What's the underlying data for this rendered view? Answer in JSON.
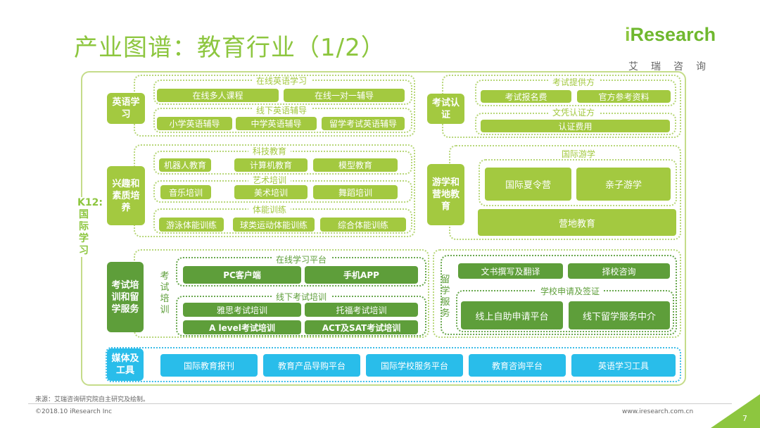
{
  "title": "产业图谱：教育行业（1/2）",
  "logo": {
    "brand_i": "i",
    "brand_rest": "Research",
    "sub": "艾瑞咨询"
  },
  "k12_label": "K12:国际学习",
  "english": {
    "label": "英语学习",
    "online_title": "在线英语学习",
    "online": [
      "在线多人课程",
      "在线一对一辅导"
    ],
    "offline_title": "线下英语辅导",
    "offline": [
      "小学英语辅导",
      "中学英语辅导",
      "留学考试英语辅导"
    ]
  },
  "interest": {
    "label": "兴趣和素质培养",
    "tech_title": "科技教育",
    "tech": [
      "机器人教育",
      "计算机教育",
      "模型教育"
    ],
    "art_title": "艺术培训",
    "art": [
      "音乐培训",
      "美术培训",
      "舞蹈培训"
    ],
    "pe_title": "体能训练",
    "pe": [
      "游泳体能训练",
      "球类运动体能训练",
      "综合体能训练"
    ]
  },
  "cert": {
    "label": "考试认证",
    "provider_title": "考试提供方",
    "provider": [
      "考试报名费",
      "官方参考资料"
    ],
    "diploma_title": "文凭认证方",
    "diploma": [
      "认证费用"
    ]
  },
  "travel": {
    "label": "游学和营地教育",
    "intl_title": "国际游学",
    "intl": [
      "国际夏令营",
      "亲子游学"
    ],
    "camp": "营地教育"
  },
  "exam": {
    "label": "考试培训和留学服务",
    "side": "考试培训",
    "online_title": "在线学习平台",
    "online": [
      "PC客户端",
      "手机APP"
    ],
    "offline_title": "线下考试培训",
    "offline": [
      "雅思考试培训",
      "托福考试培训",
      "A level考试培训",
      "ACT及SAT考试培训"
    ]
  },
  "abroad": {
    "side": "留学服务",
    "top": [
      "文书撰写及翻译",
      "择校咨询"
    ],
    "apply_title": "学校申请及签证",
    "apply": [
      "线上自助申请平台",
      "线下留学服务中介"
    ]
  },
  "media": {
    "label": "媒体及工具",
    "items": [
      "国际教育报刊",
      "教育产品导购平台",
      "国际学校服务平台",
      "教育咨询平台",
      "英语学习工具"
    ]
  },
  "footer": {
    "source": "来源：艾瑞咨询研究院自主研究及绘制。",
    "copyright": "©2018.10 iResearch Inc",
    "url": "www.iresearch.com.cn",
    "page": "7"
  },
  "colors": {
    "lime": "#a3c940",
    "dark_green": "#5e9e3a",
    "blue": "#29bdea",
    "title": "#8dc63f"
  }
}
